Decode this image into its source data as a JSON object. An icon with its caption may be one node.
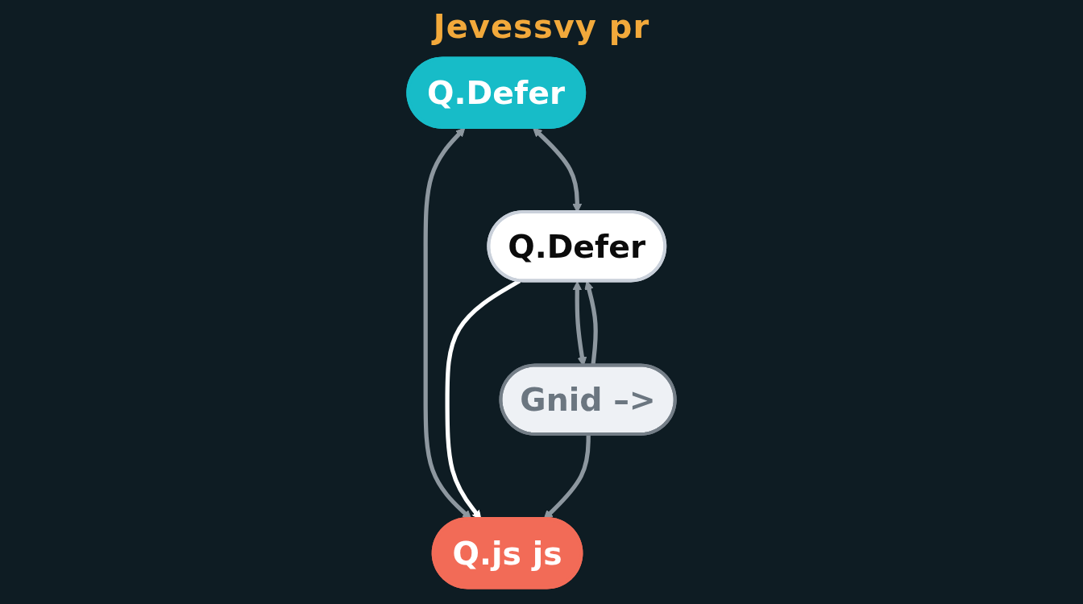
{
  "diagram": {
    "title": "Jevessvy pr",
    "nodes": [
      {
        "text": [
          "Q.Defer"
        ]
      },
      {
        "text": [
          "Q.Defer"
        ]
      },
      {
        "text": [
          "Q.js js"
        ]
      },
      {
        "text": [
          "Gnid –>"
        ]
      }
    ],
    "edges": [
      {
        "from": 0,
        "to": 1,
        "arrow": "both"
      },
      {
        "from": 0,
        "to": 2,
        "arrow": "both"
      },
      {
        "from": 1,
        "to": 2,
        "arrow": "to",
        "color": "#ffffff"
      },
      {
        "from": 1,
        "to": 3,
        "arrow": "both"
      },
      {
        "from": 3,
        "to": 1,
        "arrow": "to"
      },
      {
        "from": 3,
        "to": 2,
        "arrow": "to"
      }
    ]
  }
}
